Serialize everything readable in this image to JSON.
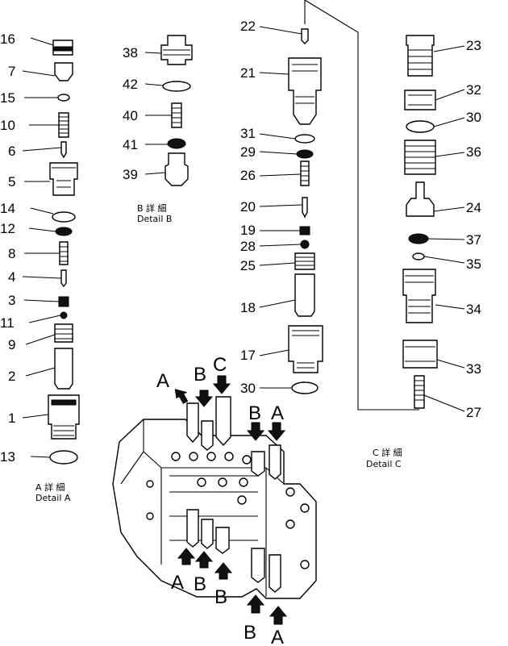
{
  "detail_a": {
    "caption_jp": "A 詳 細",
    "caption_en": "Detail A",
    "callouts": [
      "16",
      "7",
      "15",
      "10",
      "6",
      "5",
      "14",
      "12",
      "8",
      "4",
      "3",
      "11",
      "9",
      "2",
      "1",
      "13"
    ]
  },
  "detail_b": {
    "caption_jp": "B 詳 細",
    "caption_en": "Detail B",
    "callouts": [
      "38",
      "42",
      "40",
      "41",
      "39"
    ]
  },
  "center_stack": {
    "callouts": [
      "22",
      "21",
      "31",
      "29",
      "26",
      "20",
      "19",
      "28",
      "25",
      "18",
      "17",
      "30"
    ]
  },
  "detail_c": {
    "caption_jp": "C 詳 細",
    "caption_en": "Detail C",
    "callouts": [
      "23",
      "32",
      "30",
      "36",
      "24",
      "37",
      "35",
      "34",
      "33",
      "27"
    ]
  },
  "valve_markers": {
    "top": [
      "A",
      "B",
      "C",
      "B",
      "A"
    ],
    "bottom": [
      "A",
      "B",
      "B",
      "B",
      "A"
    ]
  },
  "colors": {
    "ink": "#000000",
    "paper": "#ffffff"
  }
}
